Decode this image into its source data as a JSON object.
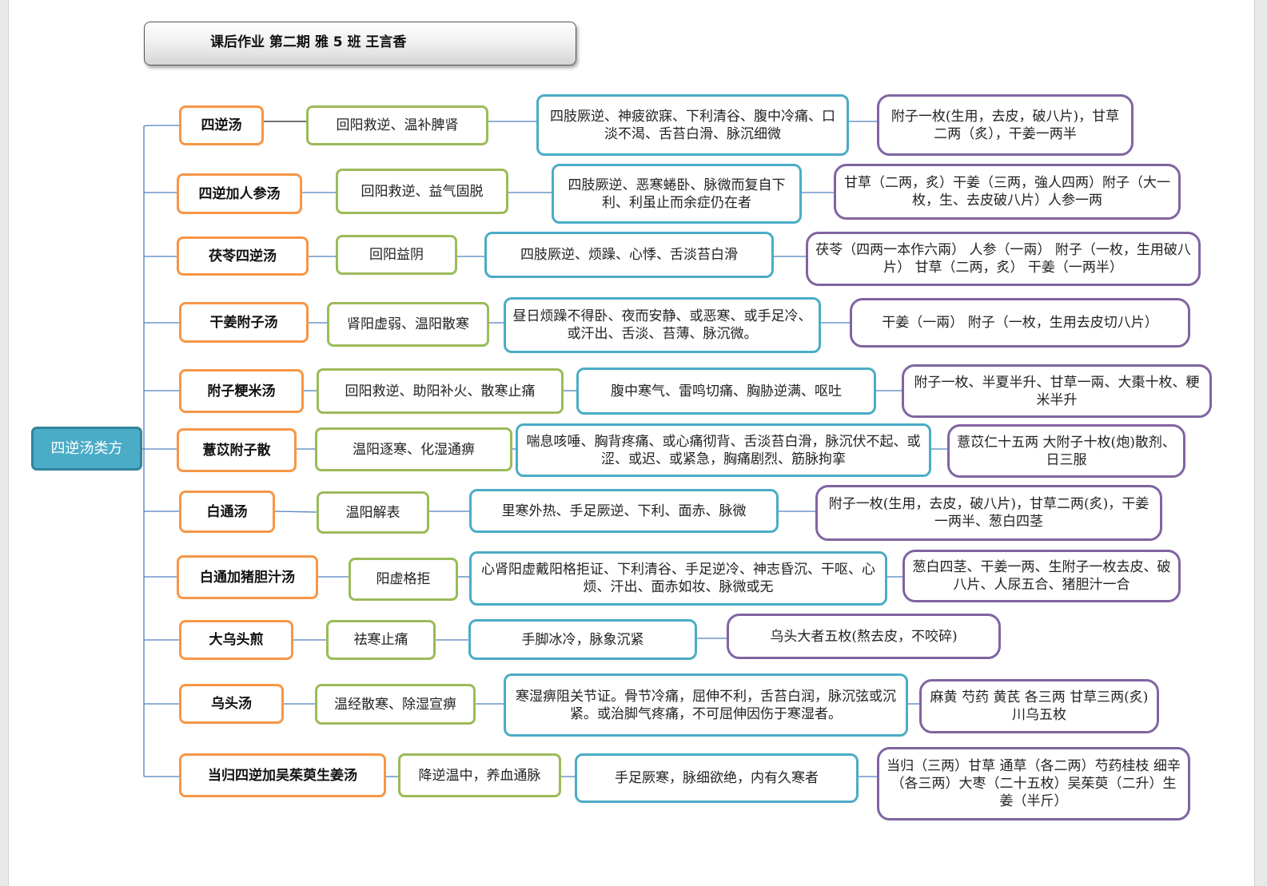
{
  "title": "课后作业  第二期  雅 5 班  王言香",
  "root": "四逆汤类方",
  "formulas": [
    {
      "name": "四逆汤",
      "effect": "回阳救逆、温补脾肾",
      "symptoms": "四肢厥逆、神疲欲寐、下利清谷、腹中冷痛、口淡不渴、舌苔白滑、脉沉细微",
      "composition": "附子一枚(生用，去皮，破八片)，甘草二两（炙），干姜一两半"
    },
    {
      "name": "四逆加人参汤",
      "effect": "回阳救逆、益气固脱",
      "symptoms": "四肢厥逆、恶寒蜷卧、脉微而复自下利、利虽止而余症仍在者",
      "composition": "甘草（二两，炙）干姜（三两，強人四两）附子（大一枚，生、去皮破八片）人参一两"
    },
    {
      "name": "茯苓四逆汤",
      "effect": "回阳益阴",
      "symptoms": "四肢厥逆、烦躁、心悸、舌淡苔白滑",
      "composition": "茯苓（四两一本作六兩）  人参（一兩）  附子（一枚，生用破八片）  甘草（二两，炙）  干姜（一两半）"
    },
    {
      "name": "干姜附子汤",
      "effect": "肾阳虚弱、温阳散寒",
      "symptoms": "昼日烦躁不得卧、夜而安静、或恶寒、或手足冷、或汗出、舌淡、苔薄、脉沉微。",
      "composition": "干姜（一兩）  附子（一枚，生用去皮切八片）"
    },
    {
      "name": "附子粳米汤",
      "effect": "回阳救逆、助阳补火、散寒止痛",
      "symptoms": "腹中寒气、雷鸣切痛、胸胁逆满、呕吐",
      "composition": "附子一枚、半夏半升、甘草一兩、大棗十枚、粳米半升"
    },
    {
      "name": "薏苡附子散",
      "effect": "温阳逐寒、化湿通痹",
      "symptoms": "喘息咳唾、胸背疼痛、或心痛彻背、舌淡苔白滑，脉沉伏不起、或涩、或迟、或紧急，胸痛剧烈、筋脉拘挛",
      "composition": "薏苡仁十五两 大附子十枚(炮)散剂、日三服"
    },
    {
      "name": "白通汤",
      "effect": "温阳解表",
      "symptoms": "里寒外热、手足厥逆、下利、面赤、脉微",
      "composition": "附子一枚(生用，去皮，破八片)，甘草二两(炙)，干姜一两半、葱白四茎"
    },
    {
      "name": "白通加猪胆汁汤",
      "effect": "阳虚格拒",
      "symptoms": "心肾阳虚戴阳格拒证、下利清谷、手足逆冷、神志昏沉、干呕、心烦、汗出、面赤如妆、脉微或无",
      "composition": "葱白四茎、干姜一两、生附子一枚去皮、破八片、人尿五合、猪胆汁一合"
    },
    {
      "name": "大乌头煎",
      "effect": "祛寒止痛",
      "symptoms": "手脚冰冷，脉象沉紧",
      "composition": "乌头大者五枚(熬去皮，不咬碎)"
    },
    {
      "name": "乌头汤",
      "effect": "温经散寒、除湿宣痹",
      "symptoms": "寒湿痹阻关节证。骨节冷痛，屈伸不利，舌苔白润，脉沉弦或沉紧。或治脚气疼痛，不可屈伸因伤于寒湿者。",
      "composition": "麻黄  芍药  黄芪  各三两  甘草三两(炙)  川乌五枚"
    },
    {
      "name": "当归四逆加吴茱萸生姜汤",
      "effect": "降逆温中，养血通脉",
      "symptoms": "手足厥寒，脉细欲绝，内有久寒者",
      "composition": "当归（三两）甘草  通草（各二两）芍药桂枝  细辛（各三两）大枣（二十五枚）吴茱萸（二升）生姜（半斤）"
    }
  ]
}
